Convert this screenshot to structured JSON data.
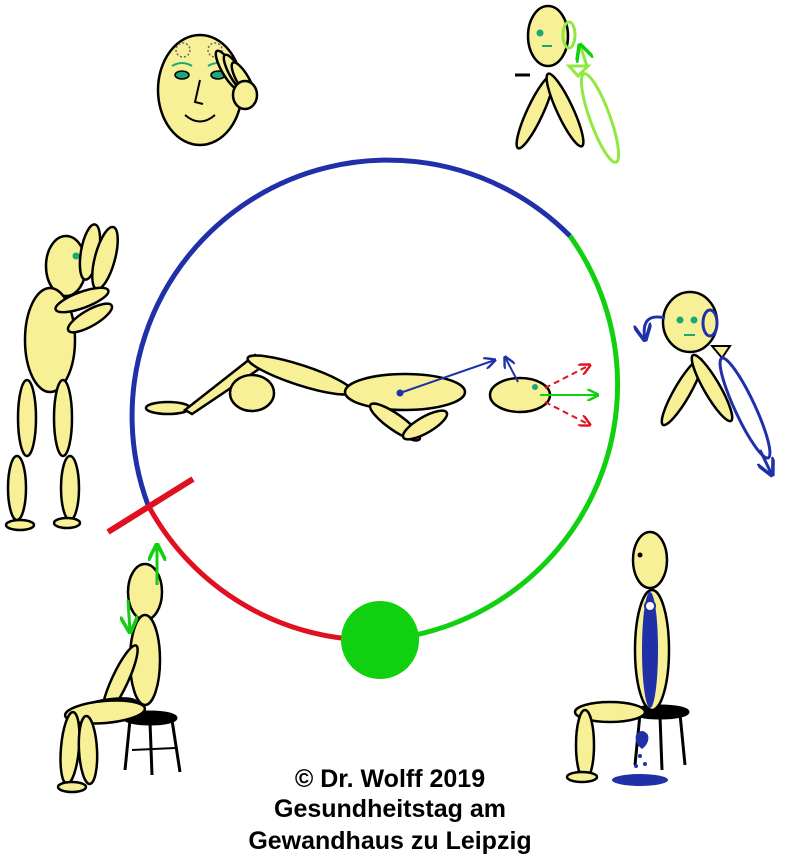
{
  "colors": {
    "skin": "#f8f096",
    "outline": "#000000",
    "blue": "#2030a8",
    "green": "#10d010",
    "light_green": "#90e840",
    "red": "#e01020",
    "eye": "#1aa878"
  },
  "cycle": {
    "segments": [
      "blue",
      "green",
      "red"
    ],
    "marker_start": "red-cross-bar",
    "marker_end": "green-dot"
  },
  "caption": {
    "line1": "© Dr. Wolff 2019",
    "line2": "Gesundheitstag am",
    "line3": "Gewandhaus zu Leipzig"
  }
}
